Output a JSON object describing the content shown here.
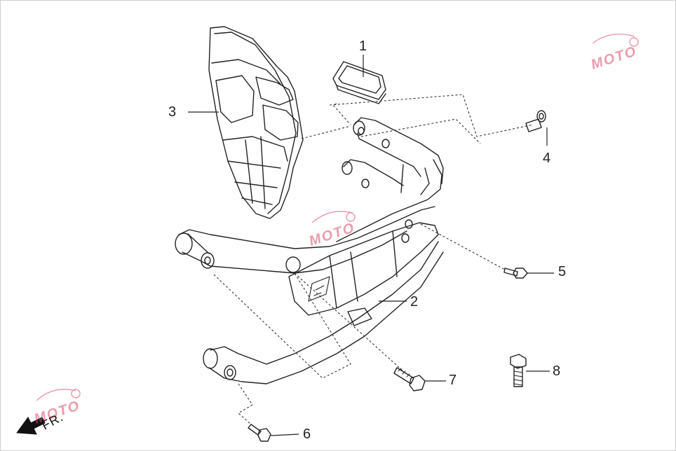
{
  "callouts": {
    "c1": "1",
    "c2": "2",
    "c3": "3",
    "c4": "4",
    "c5": "5",
    "c6": "6",
    "c7": "7",
    "c8": "8"
  },
  "direction_label": "FR.",
  "watermark": {
    "text": "MOTO",
    "icon": "gear-icon",
    "color": "#d94b6b"
  }
}
